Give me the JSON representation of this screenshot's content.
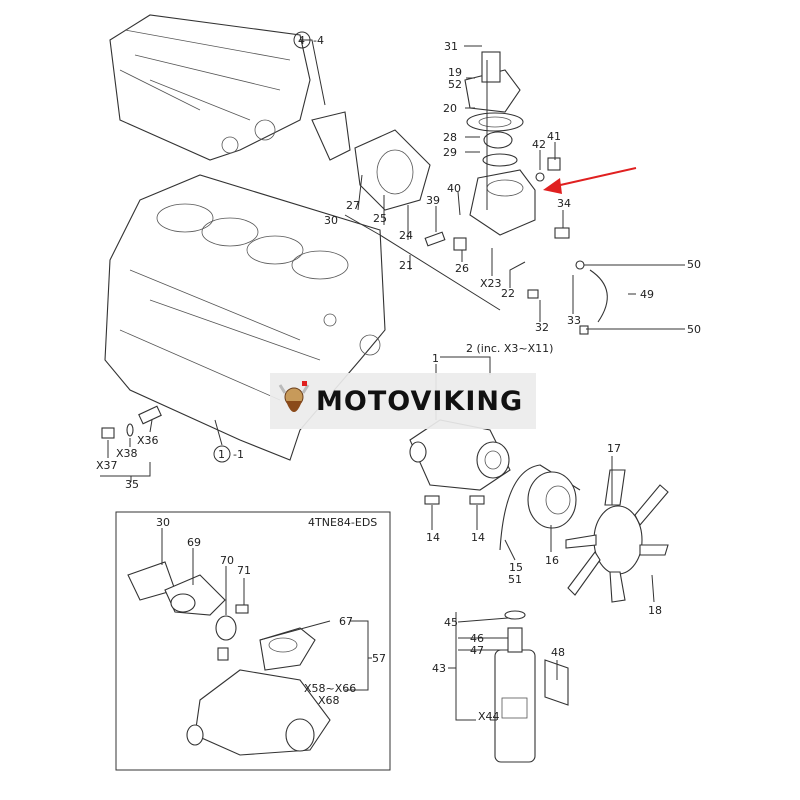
{
  "watermark": {
    "brand": "MOTOVIKING"
  },
  "inset": {
    "title": "4TNE84-EDS"
  },
  "colors": {
    "arrow": "#e02020",
    "line": "#333333"
  },
  "callouts": {
    "head": "4",
    "head_suffix": "-4",
    "block": "1",
    "block_suffix": "-1",
    "water_pump_assy": "2 (inc. X3~X11)",
    "labels": [
      "31",
      "19",
      "52",
      "20",
      "28",
      "29",
      "42",
      "41",
      "40",
      "39",
      "34",
      "27",
      "30",
      "25",
      "24",
      "21",
      "26",
      "X23",
      "22",
      "32",
      "33",
      "50",
      "49",
      "50",
      "1",
      "X36",
      "X38",
      "X37",
      "35",
      "14",
      "14",
      "15",
      "51",
      "16",
      "17",
      "18",
      "45",
      "46",
      "47",
      "43",
      "48",
      "X44",
      "30",
      "69",
      "70",
      "71",
      "67",
      "57",
      "X58~X66",
      "X68"
    ]
  }
}
